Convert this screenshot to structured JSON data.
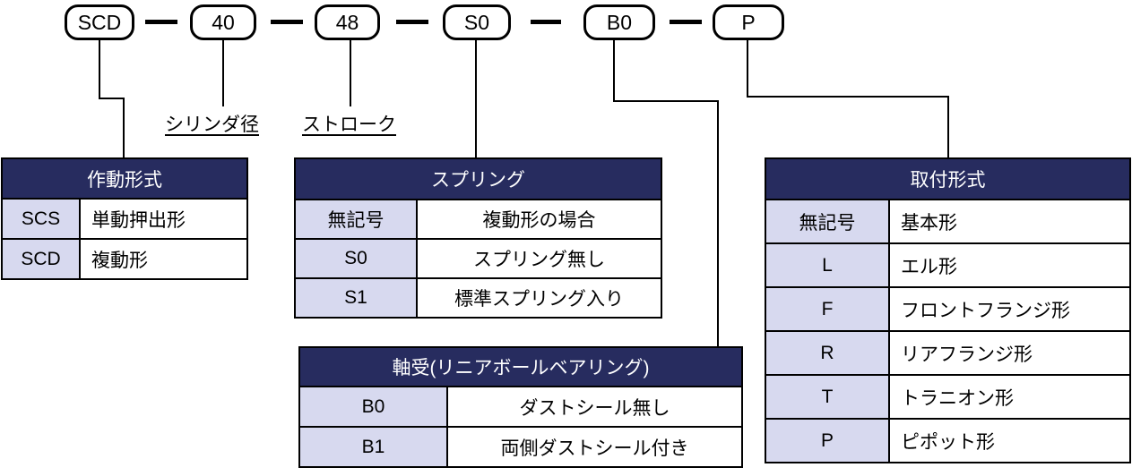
{
  "model_code": {
    "separator": "—",
    "segments": [
      {
        "code": "SCD"
      },
      {
        "code": "40"
      },
      {
        "code": "48"
      },
      {
        "code": "S0"
      },
      {
        "code": "B0"
      },
      {
        "code": "P"
      }
    ]
  },
  "inline_labels": {
    "cylinder_bore": "シリンダ径",
    "stroke": "ストローク"
  },
  "tables": {
    "actuation": {
      "title": "作動形式",
      "rows": [
        {
          "code": "SCS",
          "label": "単動押出形"
        },
        {
          "code": "SCD",
          "label": "複動形"
        }
      ]
    },
    "spring": {
      "title": "スプリング",
      "rows": [
        {
          "code": "無記号",
          "label": "複動形の場合"
        },
        {
          "code": "S0",
          "label": "スプリング無し"
        },
        {
          "code": "S1",
          "label": "標準スプリング入り"
        }
      ]
    },
    "bearing": {
      "title": "軸受(リニアボールベアリング)",
      "rows": [
        {
          "code": "B0",
          "label": "ダストシール無し"
        },
        {
          "code": "B1",
          "label": "両側ダストシール付き"
        }
      ]
    },
    "mounting": {
      "title": "取付形式",
      "rows": [
        {
          "code": "無記号",
          "label": "基本形"
        },
        {
          "code": "L",
          "label": "エル形"
        },
        {
          "code": "F",
          "label": "フロントフランジ形"
        },
        {
          "code": "R",
          "label": "リアフランジ形"
        },
        {
          "code": "T",
          "label": "トラニオン形"
        },
        {
          "code": "P",
          "label": "ピポット形"
        }
      ]
    }
  },
  "colors": {
    "header_bg": "#272C5F",
    "code_cell_bg": "#D7D9EF",
    "line": "#000000"
  }
}
